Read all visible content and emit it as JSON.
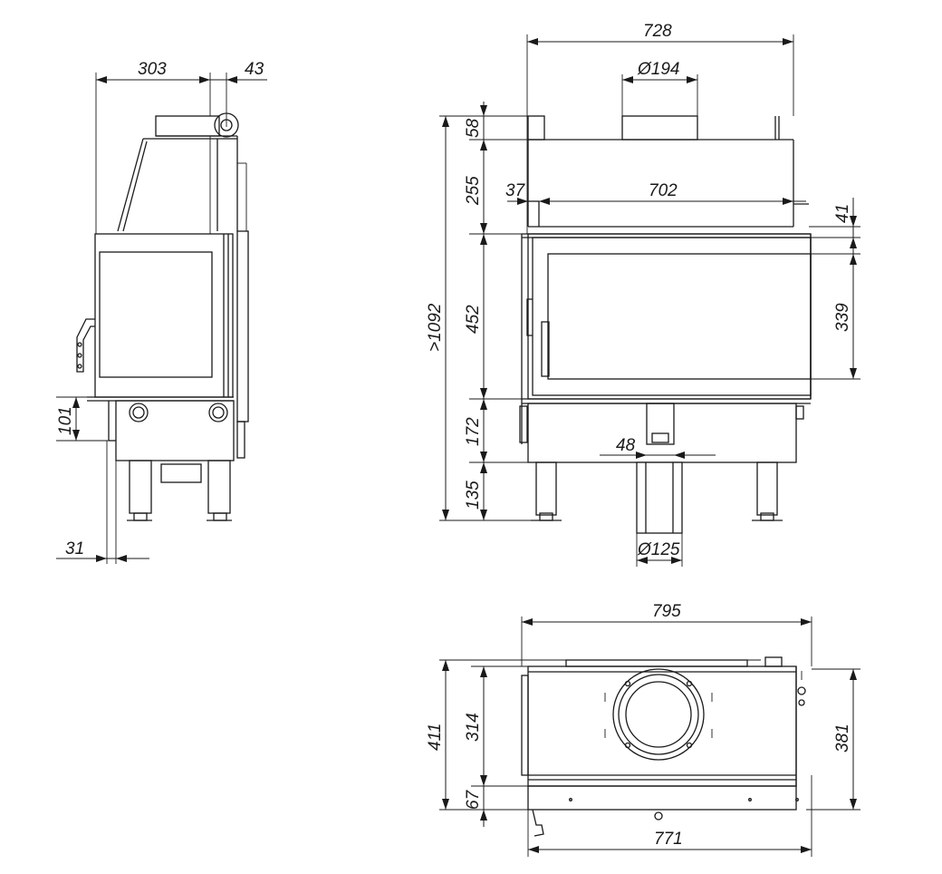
{
  "drawing": {
    "side_view": {
      "dim_depth": "303",
      "dim_rear_offset": "43",
      "dim_ash_height": "101",
      "dim_front_offset": "31"
    },
    "front_view": {
      "dim_overall_width": "728",
      "dim_flue_top": "Ø194",
      "dim_top_collar": "58",
      "dim_hood_height": "255",
      "dim_left_offset": "37",
      "dim_glass_width": "702",
      "dim_right_offset": "41",
      "dim_total_height": ">1092",
      "dim_door_height": "452",
      "dim_glass_height": "339",
      "dim_base_height": "172",
      "dim_air_inlet_offset": "48",
      "dim_leg_height": "135",
      "dim_air_inlet": "Ø125"
    },
    "top_view": {
      "dim_total_width": "795",
      "dim_total_depth": "411",
      "dim_body_depth": "314",
      "dim_front_depth": "67",
      "dim_right_depth": "381",
      "dim_body_width": "771"
    }
  }
}
